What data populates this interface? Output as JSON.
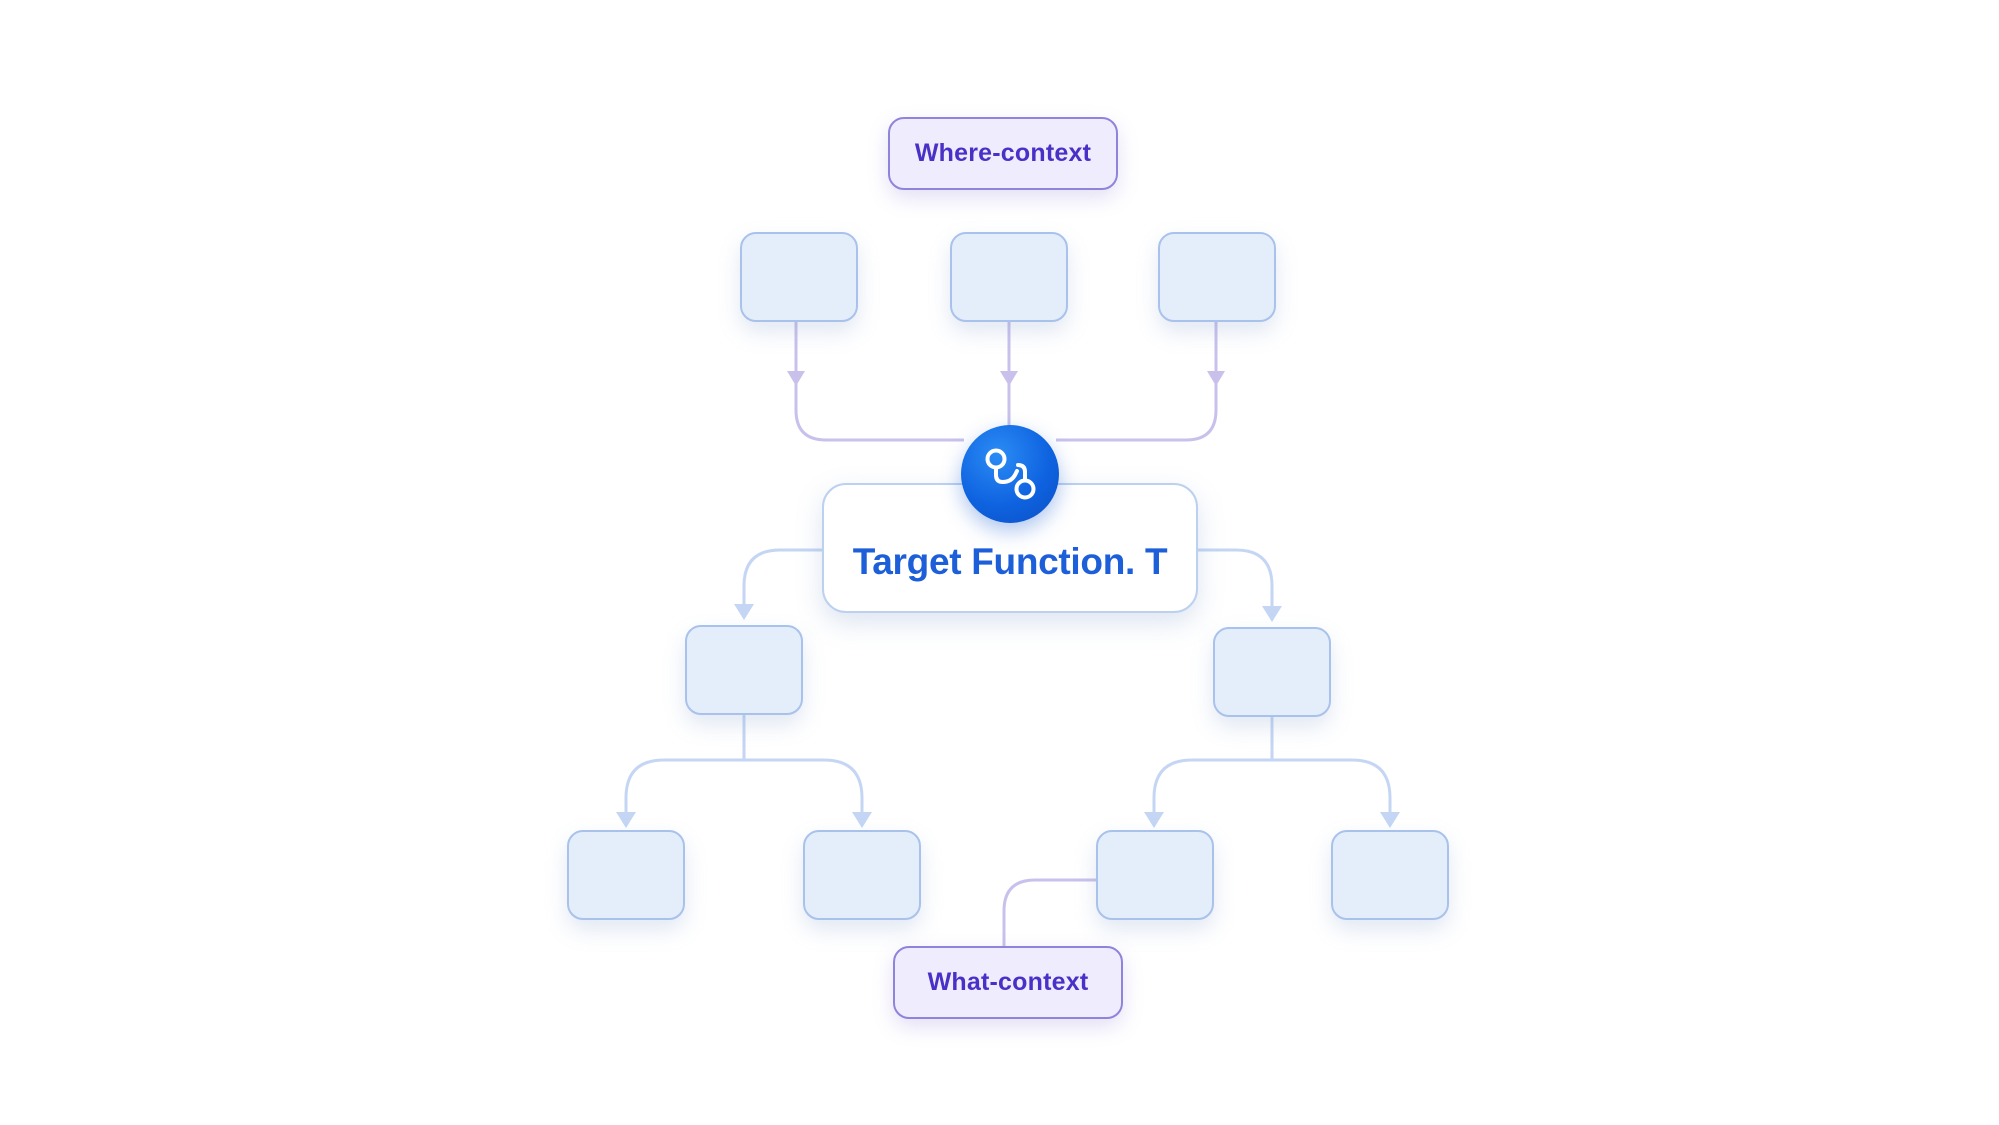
{
  "diagram": {
    "where_context_label": "Where-context",
    "what_context_label": "What-context",
    "target_label": "Target Function. T",
    "center_icon": "git-branch-icon",
    "colors": {
      "context_fill": "#efecfd",
      "context_border": "#8f84dc",
      "context_text": "#4b30c8",
      "node_fill": "#e4edfa",
      "node_border": "#a9c2ec",
      "where_connector": "#c9c1ec",
      "tree_connector": "#c4d6f4",
      "target_text": "#1d5fd8",
      "badge_fill": "#1166e6"
    }
  }
}
